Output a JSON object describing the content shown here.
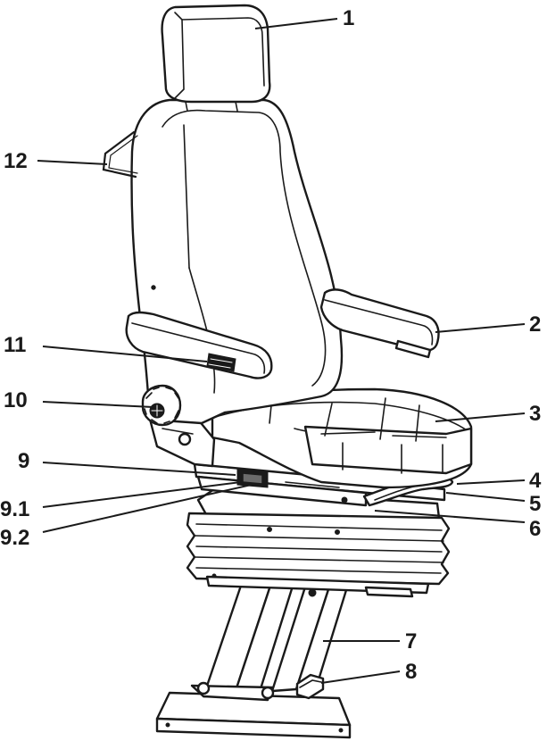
{
  "callouts": [
    {
      "id": "1",
      "text": "1"
    },
    {
      "id": "2",
      "text": "2"
    },
    {
      "id": "3",
      "text": "3"
    },
    {
      "id": "4",
      "text": "4"
    },
    {
      "id": "5",
      "text": "5"
    },
    {
      "id": "6",
      "text": "6"
    },
    {
      "id": "7",
      "text": "7"
    },
    {
      "id": "8",
      "text": "8"
    },
    {
      "id": "9",
      "text": "9"
    },
    {
      "id": "9.1",
      "text": "9.1"
    },
    {
      "id": "9.2",
      "text": "9.2"
    },
    {
      "id": "10",
      "text": "10"
    },
    {
      "id": "11",
      "text": "11"
    },
    {
      "id": "12",
      "text": "12"
    }
  ]
}
